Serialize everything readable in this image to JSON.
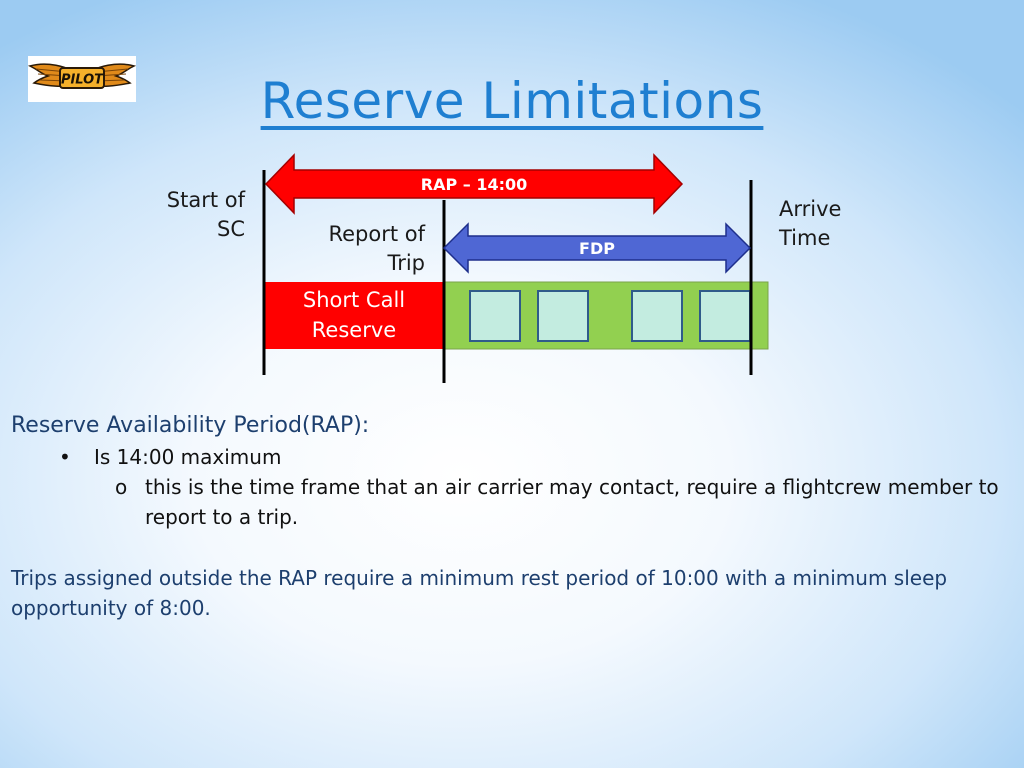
{
  "logo": {
    "text": "PILOT"
  },
  "title": "Reserve Limitations",
  "diagram": {
    "rap_label": "RAP – 14:00",
    "fdp_label": "FDP",
    "start_label": "Start of SC",
    "report_label": "Report of Trip",
    "arrive_label": "Arrive Time",
    "block_label": "Short Call Reserve",
    "colors": {
      "rap": "#ff0000",
      "fdp": "#4f67d4",
      "reserve": "#ff0000",
      "trip": "#92d050",
      "leg": "#c3ece0"
    }
  },
  "content": {
    "heading": "Reserve Availability Period(RAP):",
    "bullet": "Is 14:00 maximum",
    "bullet_mark": "•",
    "sub_mark": "o",
    "sub_bullet": "this is the time frame that an air carrier may contact, require a flightcrew member to report to a trip.",
    "paragraph": "Trips assigned outside the RAP require a minimum rest period of 10:00 with a minimum sleep opportunity of 8:00."
  }
}
